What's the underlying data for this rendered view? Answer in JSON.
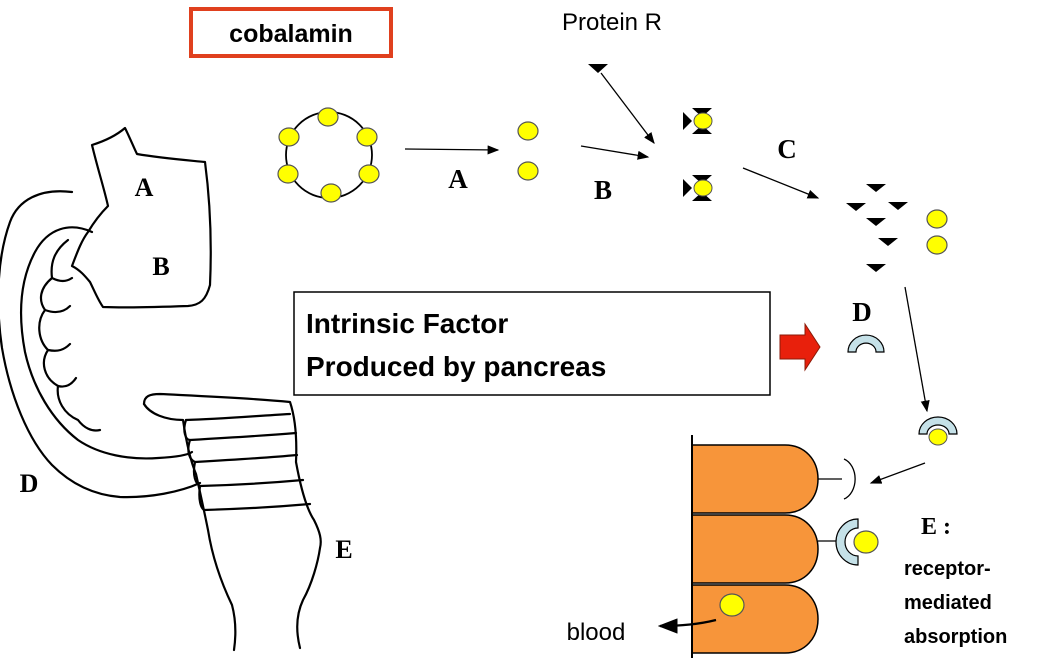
{
  "title": "cobalamin",
  "protein_label": "Protein R",
  "step_labels": {
    "a": "A",
    "b": "B",
    "c": "C",
    "d": "D",
    "e": "E :"
  },
  "stomach_labels": {
    "a": "A",
    "b": "B",
    "d": "D",
    "e": "E"
  },
  "intrinsic_box": {
    "line1": "Intrinsic Factor",
    "line2": "Produced by pancreas"
  },
  "absorption_caption": [
    "receptor-",
    "mediated",
    "absorption"
  ],
  "blood_label": "blood",
  "colors": {
    "title_border": "#e0401e",
    "cobalamin_yellow": "#ffff00",
    "cell_orange": "#f7953a",
    "intrinsic_factor_blue": "#c5e1e8",
    "intrinsic_arrow_red": "#e8200c",
    "ink": "#000000"
  },
  "icons": [
    "cobalamin-molecule-icon",
    "protein-r-icon",
    "intrinsic-factor-icon",
    "receptor-icon",
    "red-block-arrow-icon"
  ]
}
